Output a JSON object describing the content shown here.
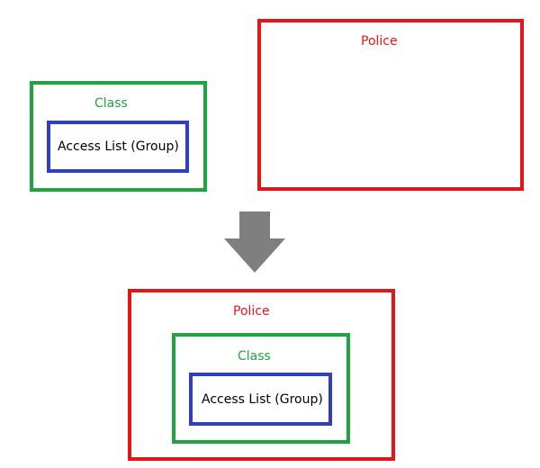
{
  "top_left": {
    "class_label": "Class",
    "acl_label": "Access List (Group)"
  },
  "top_right": {
    "police_label": "Police"
  },
  "bottom": {
    "police_label": "Police",
    "class_label": "Class",
    "acl_label": "Access List (Group)"
  },
  "colors": {
    "class": "#1fa53f",
    "police": "#e4141b",
    "acl": "#2f3fbf",
    "arrow": "#7f7f7f"
  },
  "icons": {
    "transform_arrow": "down-arrow-icon"
  }
}
